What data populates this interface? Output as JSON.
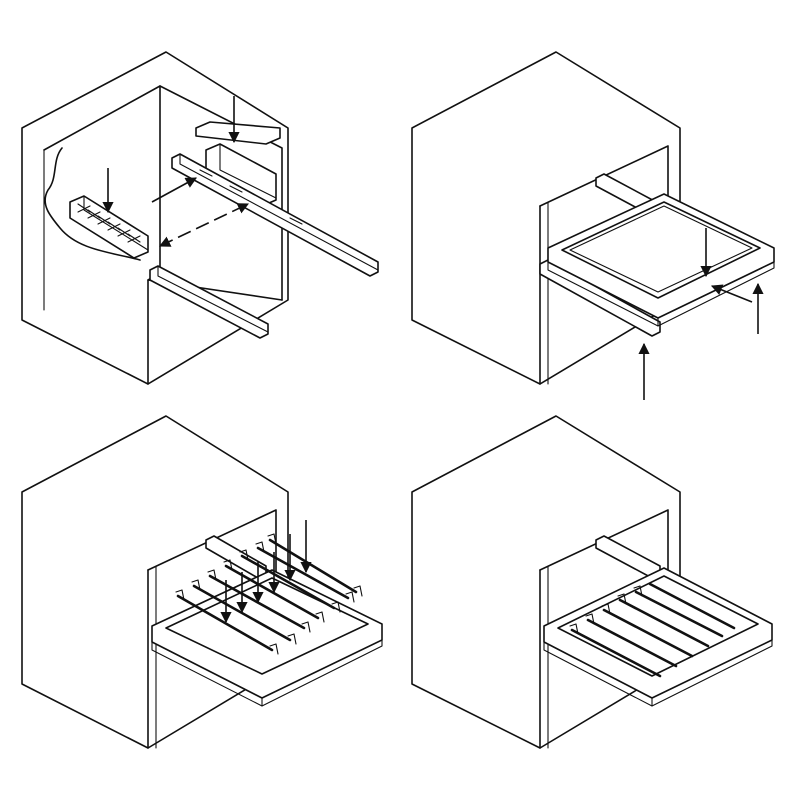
{
  "diagram": {
    "panels": [
      {
        "id": "step-1",
        "elements": [
          "cabinet",
          "drawer-slide-left",
          "drawer-slide-right",
          "front-bracket",
          "rear-bracket",
          "cable"
        ]
      },
      {
        "id": "step-2",
        "elements": [
          "cabinet",
          "drawer-frame",
          "slides"
        ]
      },
      {
        "id": "step-3",
        "elements": [
          "cabinet",
          "drawer-frame",
          "hanging-rods"
        ]
      },
      {
        "id": "step-4",
        "elements": [
          "cabinet",
          "assembled-rod-drawer"
        ]
      }
    ],
    "colors": {
      "stroke": "#111111",
      "background": "#ffffff"
    }
  }
}
